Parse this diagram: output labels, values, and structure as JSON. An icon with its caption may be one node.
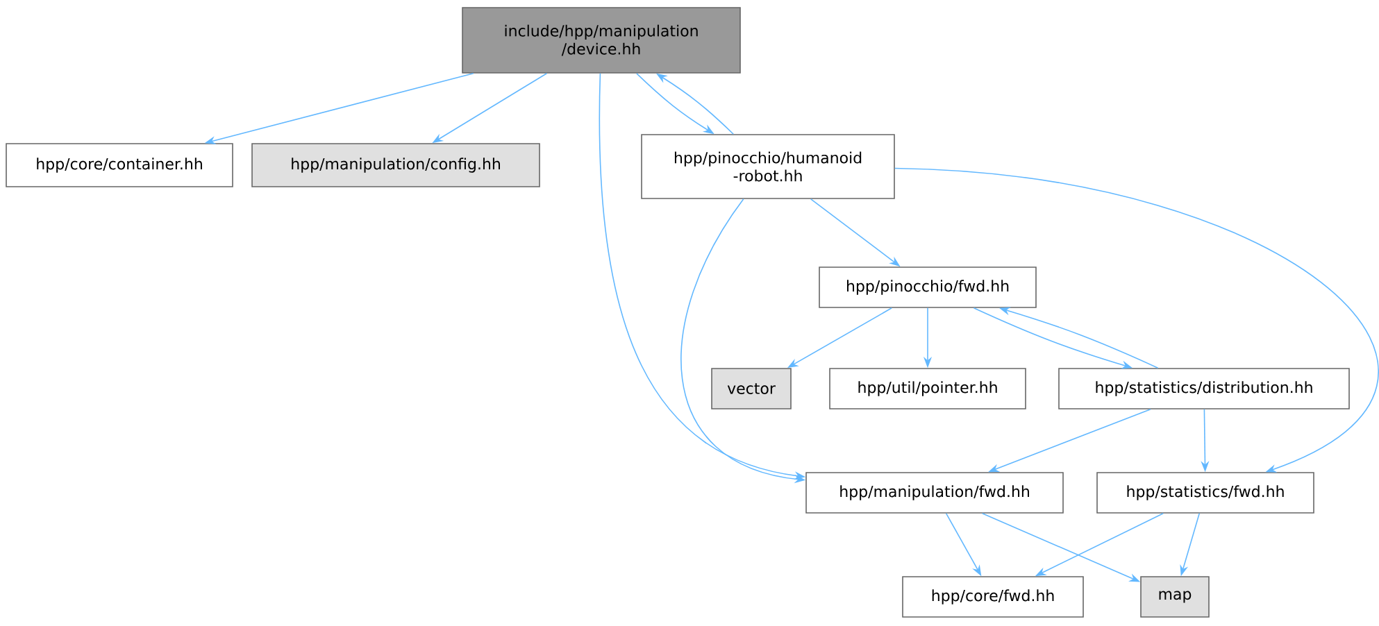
{
  "diagram": {
    "nodes": [
      {
        "text": [
          "include/hpp/manipulation /device.hh"
        ]
      },
      {
        "text": [
          "hpp/core/container.hh"
        ]
      },
      {
        "text": [
          "hpp/manipulation/config.hh"
        ]
      },
      {
        "text": [
          "hpp/pinocchio/humanoid -robot.hh"
        ]
      },
      {
        "text": [
          "hpp/pinocchio/fwd.hh"
        ]
      },
      {
        "text": [
          "vector"
        ]
      },
      {
        "text": [
          "hpp/util/pointer.hh"
        ]
      },
      {
        "text": [
          "hpp/statistics/distribution.hh"
        ]
      },
      {
        "text": [
          "hpp/manipulation/fwd.hh"
        ]
      },
      {
        "text": [
          "hpp/statistics/fwd.hh"
        ]
      },
      {
        "text": [
          "hpp/core/fwd.hh"
        ]
      },
      {
        "text": [
          "map"
        ]
      }
    ],
    "edges": [
      {
        "from": 0,
        "to": 1,
        "arrow": "to"
      },
      {
        "from": 0,
        "to": 2,
        "arrow": "to"
      },
      {
        "from": 0,
        "to": 3,
        "arrow": "to"
      },
      {
        "from": 3,
        "to": 0,
        "arrow": "to"
      },
      {
        "from": 0,
        "to": 8,
        "arrow": "to"
      },
      {
        "from": 3,
        "to": 4,
        "arrow": "to"
      },
      {
        "from": 3,
        "to": 8,
        "arrow": "to"
      },
      {
        "from": 3,
        "to": 9,
        "arrow": "to"
      },
      {
        "from": 4,
        "to": 5,
        "arrow": "to"
      },
      {
        "from": 4,
        "to": 6,
        "arrow": "to"
      },
      {
        "from": 4,
        "to": 7,
        "arrow": "to"
      },
      {
        "from": 7,
        "to": 4,
        "arrow": "to"
      },
      {
        "from": 7,
        "to": 8,
        "arrow": "to"
      },
      {
        "from": 7,
        "to": 9,
        "arrow": "to"
      },
      {
        "from": 8,
        "to": 10,
        "arrow": "to"
      },
      {
        "from": 8,
        "to": 11,
        "arrow": "to"
      },
      {
        "from": 9,
        "to": 10,
        "arrow": "to"
      },
      {
        "from": 9,
        "to": 11,
        "arrow": "to"
      }
    ]
  }
}
